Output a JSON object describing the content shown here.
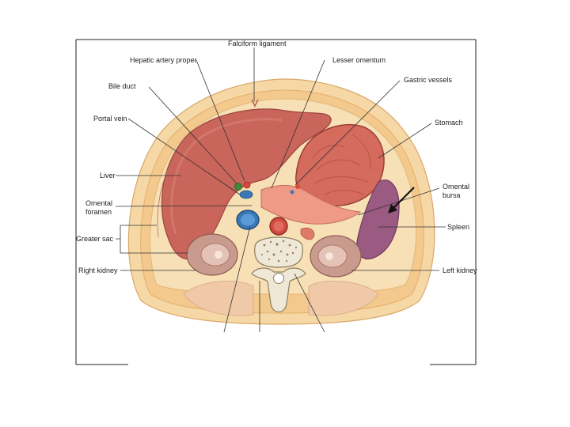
{
  "labels": {
    "falciform_ligament": "Falciform ligament",
    "hepatic_artery_proper": "Hepatic artery proper",
    "lesser_omentum": "Lesser omentum",
    "bile_duct": "Bile duct",
    "gastric_vessels": "Gastric vessels",
    "portal_vein": "Portal vein",
    "stomach": "Stomach",
    "liver": "Liver",
    "omental_bursa_line1": "Omental",
    "omental_bursa_line2": "bursa",
    "omental_foramen_line1": "Omental",
    "omental_foramen_line2": "foramen",
    "spleen": "Spleen",
    "greater_sac": "Greater sac",
    "right_kidney": "Right kidney",
    "left_kidney": "Left kidney"
  },
  "colors": {
    "skin": "#f5d8a6",
    "fat": "#f3c98e",
    "liver": "#c9655a",
    "stomach": "#d56b5d",
    "spleen": "#9b5a82",
    "kidney": "#c99a8e",
    "vertebra": "#efe8d6",
    "portal_vein": "#3a78b6",
    "aorta": "#d04a40",
    "arrow": "#111111"
  }
}
